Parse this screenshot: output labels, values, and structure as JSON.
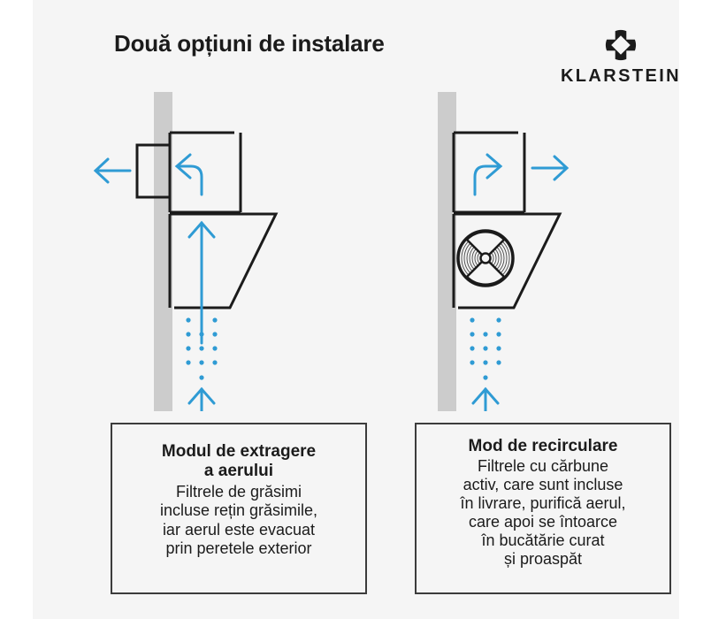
{
  "page": {
    "title": "Două opțiuni de instalare",
    "background_color": "#f5f5f5",
    "outer_background_color": "#ffffff"
  },
  "brand": {
    "name": "KLARSTEIN",
    "mark_icon": "klarstein-octagon-logo-icon",
    "color": "#1b1b1b"
  },
  "colors": {
    "arrow_blue": "#2f9bd4",
    "line_black": "#1b1b1b",
    "wall_gray": "#cccccc",
    "box_border": "#3c3c3c",
    "text": "#1b1b1b"
  },
  "diagrams": [
    {
      "id": "extraction-mode-diagram",
      "side": "left",
      "wall_label": "wall",
      "has_fan": false,
      "duct_through_wall": true,
      "arrows": [
        {
          "name": "outdoor-exhaust-arrow",
          "direction": "left",
          "meaning": "air exits through exterior wall"
        },
        {
          "name": "duct-turn-arrow",
          "direction": "up-then-left",
          "meaning": "air turns into the duct"
        },
        {
          "name": "hood-intake-arrow",
          "direction": "up",
          "meaning": "air rises inside hood"
        },
        {
          "name": "cooktop-rising-air-arrow",
          "direction": "up",
          "meaning": "air rises from cooktop"
        }
      ],
      "particles": {
        "name": "grease-particles",
        "count": 12,
        "color": "#2f9bd4"
      }
    },
    {
      "id": "recirculation-mode-diagram",
      "side": "right",
      "wall_label": "wall",
      "has_fan": true,
      "duct_through_wall": false,
      "fan": {
        "name": "carbon-filter-fan-icon",
        "rings": 9,
        "spokes": 4
      },
      "arrows": [
        {
          "name": "recirculation-turn-arrow",
          "direction": "up-then-right",
          "meaning": "air turns out of the hood"
        },
        {
          "name": "room-return-arrow",
          "direction": "right",
          "meaning": "clean air returns into the kitchen"
        },
        {
          "name": "cooktop-rising-air-arrow",
          "direction": "up",
          "meaning": "air rises from cooktop"
        }
      ],
      "particles": {
        "name": "grease-particles",
        "count": 12,
        "color": "#2f9bd4"
      }
    }
  ],
  "captions": {
    "left": {
      "title_lines": [
        "Modul de extragere",
        "a aerului"
      ],
      "title": "Modul de extragere a aerului",
      "body_lines": [
        "Filtrele de grăsimi",
        "incluse rețin grăsimile,",
        "iar aerul este evacuat",
        "prin peretele exterior"
      ],
      "body": "Filtrele de grăsimi incluse rețin grăsimile, iar aerul este evacuat prin peretele exterior"
    },
    "right": {
      "title_lines": [
        "Mod de recirculare"
      ],
      "title": "Mod de recirculare",
      "body_lines": [
        "Filtrele cu cărbune",
        "activ, care sunt incluse",
        "în livrare, purifică aerul,",
        "care apoi se întoarce",
        "în bucătărie curat",
        "și proaspăt"
      ],
      "body": "Filtrele cu cărbune activ, care sunt incluse în livrare, purifică aerul, care apoi se întoarce în bucătărie curat și proaspăt"
    }
  }
}
